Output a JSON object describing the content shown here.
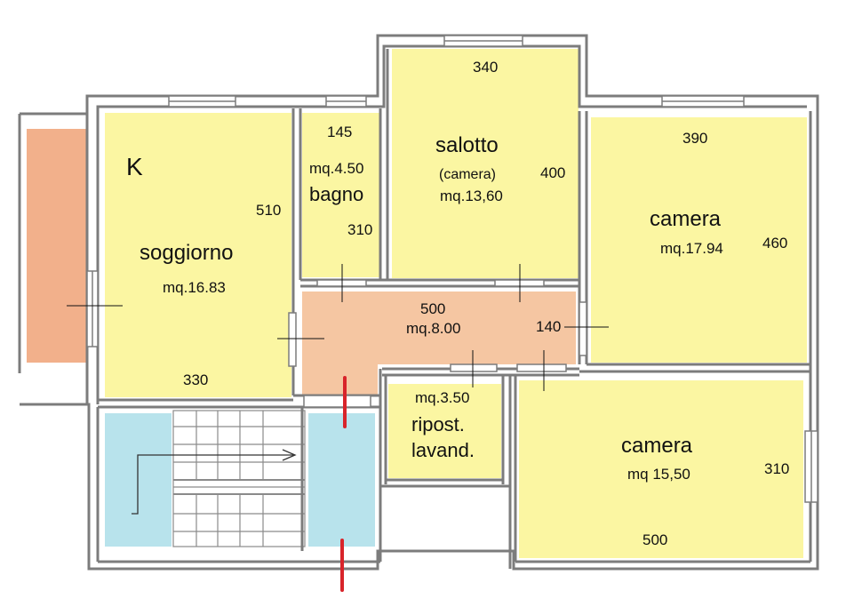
{
  "colors": {
    "room_fill": "#fbf6a2",
    "corridor_fill": "#f5c6a2",
    "balcony_fill": "#f2b08b",
    "stair_fill": "#b8e3ec",
    "wall": "#7c7c7c",
    "marker_red": "#d8242a"
  },
  "rooms": {
    "soggiorno": {
      "letter": "K",
      "name": "soggiorno",
      "area": "mq.16.83",
      "dim_side": "510",
      "dim_bottom": "330"
    },
    "bagno": {
      "dim_top": "145",
      "area": "mq.4.50",
      "name": "bagno",
      "dim_side": "310"
    },
    "salotto": {
      "dim_top": "340",
      "name": "salotto",
      "subname": "(camera)",
      "area": "mq.13,60",
      "dim_side": "400"
    },
    "camera1": {
      "dim_top": "390",
      "name": "camera",
      "area": "mq.17.94",
      "dim_side": "460"
    },
    "corridoio": {
      "dim_top": "500",
      "area": "mq.8.00",
      "dim_side": "140"
    },
    "ripostiglio": {
      "area": "mq.3.50",
      "name_line1": "ripost.",
      "name_line2": "lavand."
    },
    "camera2": {
      "name": "camera",
      "area": "mq 15,50",
      "dim_side": "310",
      "dim_bottom": "500"
    }
  }
}
